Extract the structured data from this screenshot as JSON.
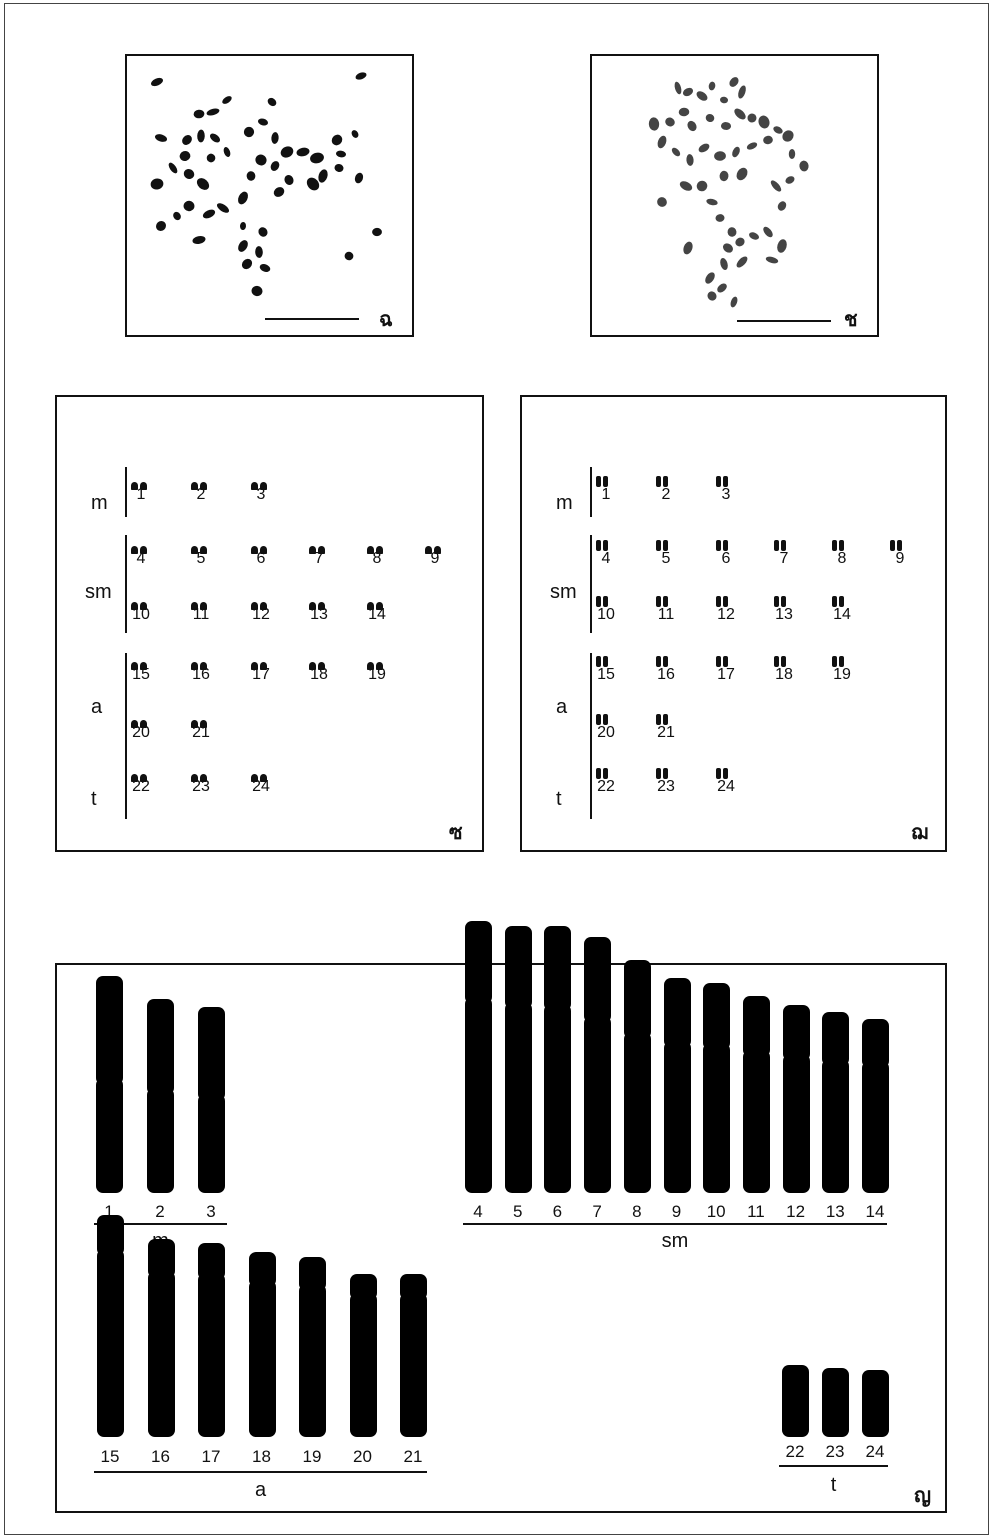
{
  "panels": {
    "spread_left_label": "ฉ",
    "spread_right_label": "ช",
    "karyo_left_label": "ซ",
    "karyo_right_label": "ฌ",
    "idiogram_label": "ญ"
  },
  "karyotype": {
    "classes": [
      {
        "label": "m",
        "rows": [
          [
            "1",
            "2",
            "3"
          ]
        ]
      },
      {
        "label": "sm",
        "rows": [
          [
            "4",
            "5",
            "6",
            "7",
            "8",
            "9"
          ],
          [
            "10",
            "11",
            "12",
            "13",
            "14"
          ]
        ]
      },
      {
        "label": "a",
        "rows": [
          [
            "15",
            "16",
            "17",
            "18",
            "19"
          ],
          [
            "20",
            "21"
          ]
        ]
      },
      {
        "label": "t",
        "rows": [
          [
            "22",
            "23",
            "24"
          ]
        ]
      }
    ]
  },
  "idiogram": {
    "groups": [
      {
        "label": "m",
        "chromosomes": [
          {
            "n": "1",
            "short": 0.49,
            "long": 0.53
          },
          {
            "n": "2",
            "short": 0.43,
            "long": 0.48
          },
          {
            "n": "3",
            "short": 0.42,
            "long": 0.45
          }
        ]
      },
      {
        "label": "sm",
        "chromosomes": [
          {
            "n": "4",
            "short": 0.34,
            "long": 0.84
          },
          {
            "n": "5",
            "short": 0.34,
            "long": 0.82
          },
          {
            "n": "6",
            "short": 0.35,
            "long": 0.81
          },
          {
            "n": "7",
            "short": 0.35,
            "long": 0.76
          },
          {
            "n": "8",
            "short": 0.32,
            "long": 0.69
          },
          {
            "n": "9",
            "short": 0.28,
            "long": 0.65
          },
          {
            "n": "10",
            "short": 0.27,
            "long": 0.64
          },
          {
            "n": "11",
            "short": 0.24,
            "long": 0.61
          },
          {
            "n": "12",
            "short": 0.22,
            "long": 0.59
          },
          {
            "n": "13",
            "short": 0.21,
            "long": 0.57
          },
          {
            "n": "14",
            "short": 0.19,
            "long": 0.56
          }
        ]
      },
      {
        "label": "a",
        "chromosomes": [
          {
            "n": "15",
            "short": 0.19,
            "long": 1.0
          },
          {
            "n": "16",
            "short": 0.18,
            "long": 0.88
          },
          {
            "n": "17",
            "short": 0.17,
            "long": 0.87
          },
          {
            "n": "18",
            "short": 0.16,
            "long": 0.83
          },
          {
            "n": "19",
            "short": 0.15,
            "long": 0.81
          },
          {
            "n": "20",
            "short": 0.11,
            "long": 0.76
          },
          {
            "n": "21",
            "short": 0.11,
            "long": 0.76
          }
        ]
      },
      {
        "label": "t",
        "chromosomes": [
          {
            "n": "22",
            "short": 0.0,
            "long": 0.48
          },
          {
            "n": "23",
            "short": 0.0,
            "long": 0.46
          },
          {
            "n": "24",
            "short": 0.0,
            "long": 0.45
          }
        ]
      }
    ]
  }
}
